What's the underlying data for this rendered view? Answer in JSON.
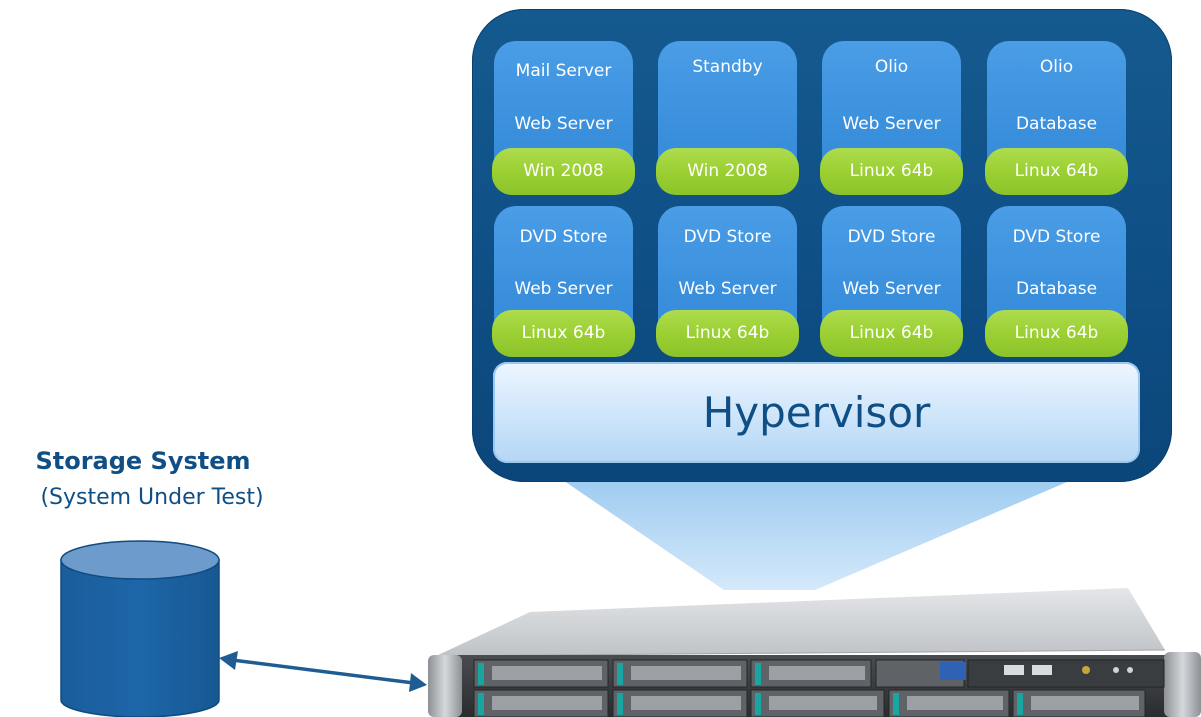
{
  "host": {
    "vms": [
      {
        "line1": "Mail Server",
        "line2": "Web Server",
        "os": "Win 2008"
      },
      {
        "line1": "Standby",
        "line2": "",
        "os": "Win 2008"
      },
      {
        "line1": "Olio",
        "line2": "Web Server",
        "os": "Linux 64b"
      },
      {
        "line1": "Olio",
        "line2": "Database",
        "os": "Linux 64b"
      },
      {
        "line1": "DVD Store",
        "line2": "Web Server",
        "os": "Linux 64b"
      },
      {
        "line1": "DVD Store",
        "line2": "Web Server",
        "os": "Linux 64b"
      },
      {
        "line1": "DVD Store",
        "line2": "Web Server",
        "os": "Linux 64b"
      },
      {
        "line1": "DVD Store",
        "line2": "Database",
        "os": "Linux 64b"
      }
    ],
    "hypervisor_label": "Hypervisor"
  },
  "storage": {
    "title": "Storage System",
    "subtitle": "(System Under Test)"
  },
  "colors": {
    "panel": "#0e4f86",
    "vm_box": "#3a8fdc",
    "os_badge": "#9bd033",
    "hypervisor": "#d3e8fb",
    "text_dark": "#0f4f85",
    "cylinder": "#1a5f9e"
  },
  "icons": {
    "storage": "database-cylinder-icon",
    "server": "rack-server-icon",
    "link": "bidirectional-arrow-icon"
  }
}
